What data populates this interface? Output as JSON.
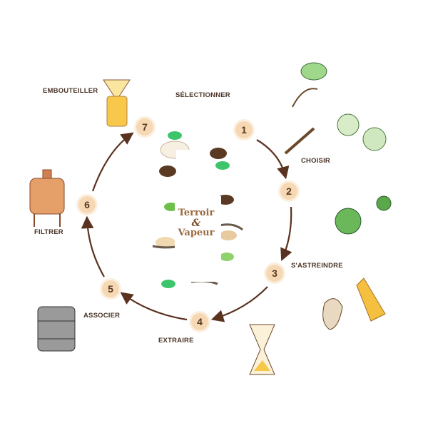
{
  "steps": [
    {
      "number": "1",
      "label": "SÉLECTIONNER"
    },
    {
      "number": "2",
      "label": "CHOISIR"
    },
    {
      "number": "3",
      "label": "S'ASTREINDRE"
    },
    {
      "number": "4",
      "label": "EXTRAIRE"
    },
    {
      "number": "5",
      "label": "ASSOCIER"
    },
    {
      "number": "6",
      "label": "FILTRER"
    },
    {
      "number": "7",
      "label": "EMBOUTEILLER"
    }
  ],
  "brand": {
    "line1": "Terroir",
    "amp": "&",
    "line2": "Vapeur"
  },
  "colors": {
    "arrow": "#5a3220",
    "badge": "#f6d9b4",
    "text": "#4a3427"
  }
}
